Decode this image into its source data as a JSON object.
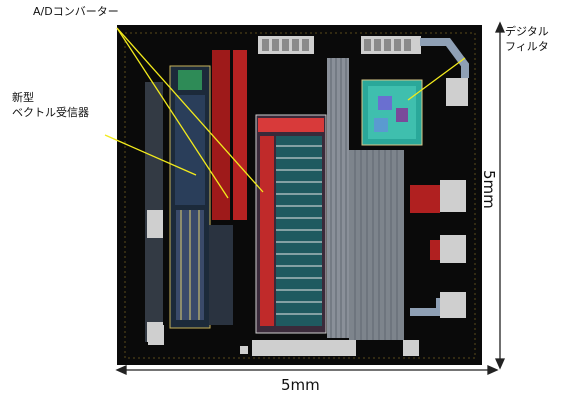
{
  "labels": {
    "adc": "A/Dコンバーター",
    "new_receiver_line1": "新型",
    "new_receiver_line2": "ベクトル受信器",
    "digital_filter_line1": "デジタル",
    "digital_filter_line2": "フィルタ",
    "width_dim": "5mm",
    "height_dim": "5mm"
  },
  "colors": {
    "die_background": "#0a0a0a",
    "pointer_lines": "#f2ea1c",
    "dimension_lines": "#222222",
    "pad_frame": "#d9c98a"
  }
}
